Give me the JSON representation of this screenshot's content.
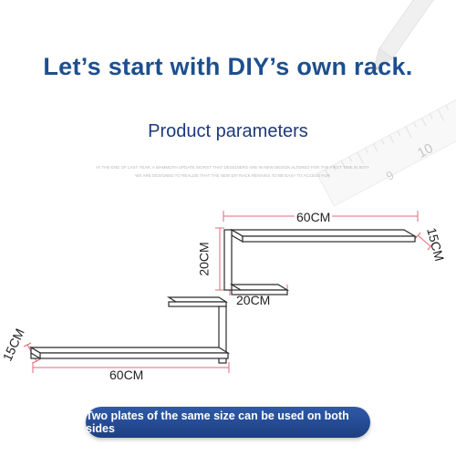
{
  "headline": "Let’s start with DIY’s own rack.",
  "subhead": "Product parameters",
  "fine_print": {
    "line1": "AT THE END OF LAST YEAR, A MAMMOTH UPDATE WORST THAT DESIGNERS ARE IN NEW DESIGN ALTERED FOR THE FIRST TIME IN BOTH",
    "line2": "WE ARE DESIGNED TO REALIZE THAT THE NEW DIY RACK REMAINS TO BE EASY TO ACCESS FOR"
  },
  "dimensions": {
    "top_width": "60CM",
    "upper_height": "20CM",
    "top_depth": "15CM",
    "middle_width": "20CM",
    "bottom_depth": "15CM",
    "bottom_width": "60CM"
  },
  "ruler_numbers": [
    "10",
    "9"
  ],
  "banner_text": "Two plates of the same size can be used on both sides",
  "colors": {
    "headline": "#1d4f8f",
    "banner": "#264c95",
    "dimension_line": "#e06a78"
  }
}
